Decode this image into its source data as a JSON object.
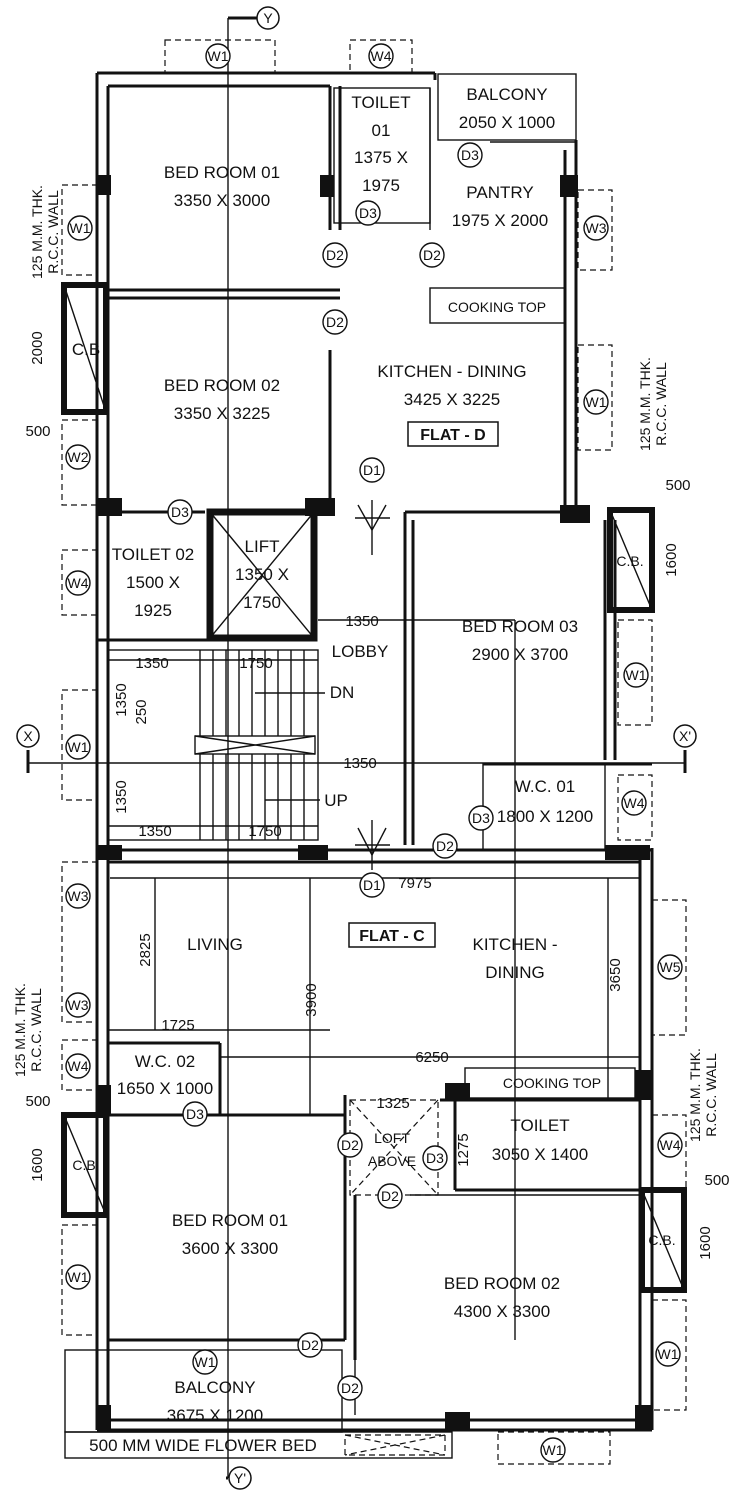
{
  "flats": {
    "flat_d": "FLAT - D",
    "flat_c": "FLAT - C"
  },
  "grid": {
    "y": "Y",
    "y_prime": "Y'",
    "x": "X",
    "x_prime": "X'"
  },
  "flat_d_rooms": {
    "bed_room_01": {
      "name": "BED ROOM 01",
      "size": "3350 X 3000"
    },
    "toilet_01": {
      "name": "TOILET",
      "line2": "01",
      "line3": "1375 X",
      "line4": "1975"
    },
    "balcony": {
      "name": "BALCONY",
      "size": "2050 X 1000"
    },
    "pantry": {
      "name": "PANTRY",
      "size": "1975 X 2000"
    },
    "bed_room_02": {
      "name": "BED ROOM 02",
      "size": "3350 X 3225"
    },
    "cooking_top": "COOKING TOP",
    "kitchen_dining": {
      "name": "KITCHEN - DINING",
      "size": "3425 X 3225"
    },
    "toilet_02": {
      "name": "TOILET 02",
      "line2": "1500 X",
      "line3": "1925"
    },
    "lift": {
      "name": "LIFT",
      "line2": "1350 X",
      "line3": "1750"
    },
    "bed_room_03": {
      "name": "BED ROOM 03",
      "size": "2900 X 3700"
    },
    "wc_01": {
      "name": "W.C. 01",
      "size": "1800 X 1200"
    }
  },
  "core": {
    "lobby": "LOBBY",
    "dn": "DN",
    "up": "UP"
  },
  "flat_c_rooms": {
    "living": "LIVING",
    "kitchen_dining": {
      "line1": "KITCHEN -",
      "line2": "DINING"
    },
    "wc_02": {
      "name": "W.C. 02",
      "size": "1650 X 1000"
    },
    "cooking_top": "COOKING TOP",
    "toilet": {
      "name": "TOILET",
      "size": "3050 X 1400"
    },
    "loft": {
      "line1": "LOFT",
      "line2": "ABOVE"
    },
    "bed_room_01": {
      "name": "BED ROOM 01",
      "size": "3600 X 3300"
    },
    "bed_room_02": {
      "name": "BED ROOM 02",
      "size": "4300 X 3300"
    },
    "balcony": {
      "name": "BALCONY",
      "size": "3675 X 1200"
    },
    "flower_bed": "500 MM WIDE FLOWER BED"
  },
  "cb_label": "C.B",
  "cb_label_dot": "C.B.",
  "rcc_note": {
    "line1": "125 M.M. THK.",
    "line2": "R.C.C. WALL"
  },
  "dimensions": {
    "d2000": "2000",
    "d500": "500",
    "d1600": "1600",
    "d1350": "1350",
    "d1750": "1750",
    "d250": "250",
    "d7975": "7975",
    "d2825": "2825",
    "d3900": "3900",
    "d3650": "3650",
    "d1725": "1725",
    "d6250": "6250",
    "d1325": "1325",
    "d1275": "1275"
  },
  "tags": {
    "w1": "W1",
    "w2": "W2",
    "w3": "W3",
    "w4": "W4",
    "w5": "W5",
    "d1": "D1",
    "d2": "D2",
    "d3": "D3"
  }
}
